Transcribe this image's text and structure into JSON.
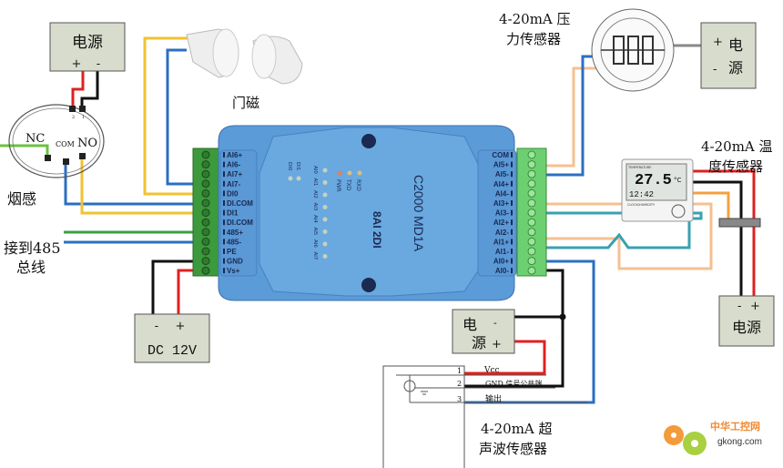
{
  "module": {
    "model": "C2000 MD1A",
    "spec": "8AI 2DI",
    "leds": [
      "RXD",
      "TXD",
      "PWR"
    ],
    "ai_leds": [
      "AI0",
      "AI1",
      "AI2",
      "AI3",
      "AI4",
      "AI5",
      "AI6",
      "AI7"
    ],
    "di_leds": [
      "DI0",
      "DI1"
    ],
    "left_terminals": [
      "AI6+",
      "AI6-",
      "AI7+",
      "AI7-",
      "DI0",
      "DI.COM",
      "DI1",
      "DI.COM",
      "485+",
      "485-",
      "PE",
      "GND",
      "Vs+"
    ],
    "right_terminals": [
      "COM",
      "AI5+",
      "AI5-",
      "AI4+",
      "AI4-",
      "AI3+",
      "AI3-",
      "AI2+",
      "AI2-",
      "AI1+",
      "AI1-",
      "AI0+",
      "AI0-"
    ],
    "body_color": "#5b9bd8",
    "terminal_color": "#5cc060"
  },
  "smoke_power": {
    "title": "电源",
    "plus": "+",
    "minus": "-"
  },
  "smoke": {
    "label": "烟感",
    "nc": "NC",
    "com": "COM",
    "no": "NO",
    "pin1": "1",
    "pin2": "2"
  },
  "door": {
    "label": "门磁"
  },
  "bus": {
    "line1": "接到485",
    "line2": "总线"
  },
  "dc": {
    "minus": "-",
    "plus": "+",
    "label": "DC 12V"
  },
  "pressure": {
    "line1": "4-20mA 压",
    "line2": "力传感器"
  },
  "pressure_power": {
    "plus": "+",
    "minus": "-",
    "c1": "电",
    "c2": "源"
  },
  "temp": {
    "line1": "4-20mA 温",
    "line2": "度传感器",
    "reading": "27.5",
    "unit": "°C",
    "time": "12:42",
    "header": "TEMPERATURE",
    "footer": "CLOCK/HUMIDITY"
  },
  "temp_power": {
    "minus": "-",
    "plus": "+",
    "title": "电源"
  },
  "ultra_power": {
    "c1": "电",
    "c2": "源",
    "minus": "-",
    "plus": "+"
  },
  "ultra": {
    "pins": [
      "1",
      "2",
      "3"
    ],
    "vcc": "Vcc",
    "gnd": "GND 信号公共端",
    "out": "输出",
    "line1": "4-20mA 超",
    "line2": "声波传感器"
  },
  "watermark": {
    "cn": "中华工控网",
    "en": "gkong.com"
  },
  "wire_colors": {
    "red": "#e02020",
    "black": "#111111",
    "blue": "#2b6fc0",
    "yellow": "#f2c230",
    "green": "#6cc040",
    "orange": "#f5c090",
    "teal": "#3aa0b0"
  }
}
